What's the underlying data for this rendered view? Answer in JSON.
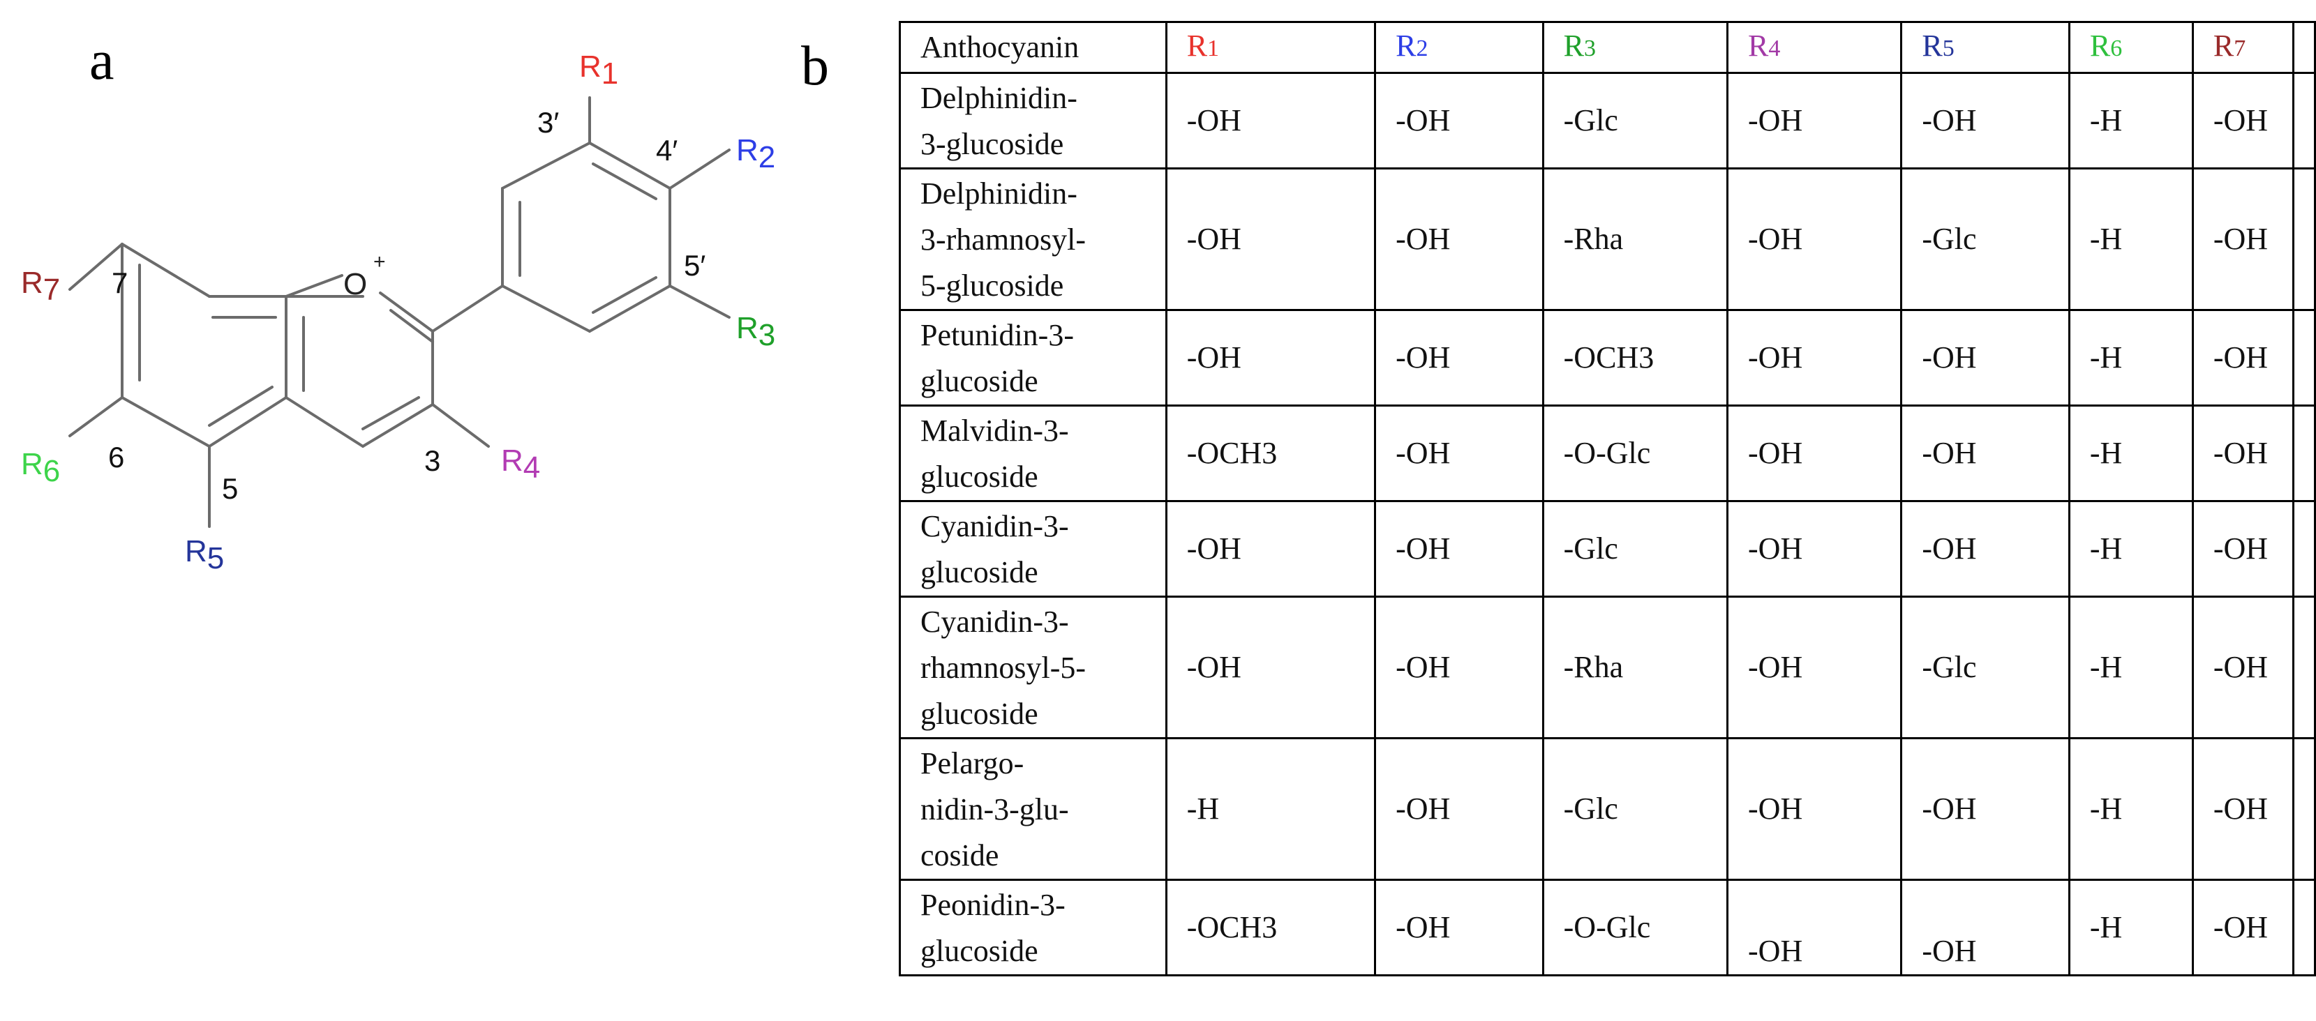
{
  "panels": {
    "a": "a",
    "b": "b"
  },
  "structure": {
    "cation_atom": "O",
    "cation_charge": "+",
    "positions": {
      "p3prime": "3′",
      "p4prime": "4′",
      "p5prime": "5′",
      "p7": "7",
      "p6": "6",
      "p5": "5",
      "p3": "3"
    },
    "substituents": {
      "R1": {
        "base": "R",
        "sub": "1",
        "color": "#e8322c"
      },
      "R2": {
        "base": "R",
        "sub": "2",
        "color": "#2d3ee6"
      },
      "R3": {
        "base": "R",
        "sub": "3",
        "color": "#1fa02a"
      },
      "R4": {
        "base": "R",
        "sub": "4",
        "color": "#b23bb3"
      },
      "R5": {
        "base": "R",
        "sub": "5",
        "color": "#24359a"
      },
      "R6": {
        "base": "R",
        "sub": "6",
        "color": "#3dd44a"
      },
      "R7": {
        "base": "R",
        "sub": "7",
        "color": "#9a2a2a"
      }
    }
  },
  "table": {
    "header": {
      "first": "Anthocyanin",
      "columns": [
        {
          "base": "R",
          "sub": "1",
          "color": "#e8322c"
        },
        {
          "base": "R",
          "sub": "2",
          "color": "#2d3ee6"
        },
        {
          "base": "R",
          "sub": "3",
          "color": "#1fa02a"
        },
        {
          "base": "R",
          "sub": "4",
          "color": "#a23aa6"
        },
        {
          "base": "R",
          "sub": "5",
          "color": "#24359a"
        },
        {
          "base": "R",
          "sub": "6",
          "color": "#2fc03e"
        },
        {
          "base": "R",
          "sub": "7",
          "color": "#9a2a2a"
        }
      ]
    },
    "rows": [
      {
        "name_lines": [
          "Delphinidin-",
          "3-glucoside"
        ],
        "values": [
          "-OH",
          "-OH",
          "-Glc",
          "-OH",
          "-OH",
          "-H",
          "-OH"
        ]
      },
      {
        "name_lines": [
          "Delphinidin-",
          "3-rhamnosyl-",
          "5-glucoside"
        ],
        "values": [
          "-OH",
          "-OH",
          "-Rha",
          "-OH",
          "-Glc",
          "-H",
          "-OH"
        ]
      },
      {
        "name_lines": [
          "Petunidin-3-",
          "glucoside"
        ],
        "values": [
          "-OH",
          "-OH",
          "-OCH3",
          "-OH",
          "-OH",
          "-H",
          "-OH"
        ]
      },
      {
        "name_lines": [
          "Malvidin-3-",
          "glucoside"
        ],
        "values": [
          "-OCH3",
          "-OH",
          "-O-Glc",
          "-OH",
          "-OH",
          "-H",
          "-OH"
        ]
      },
      {
        "name_lines": [
          "Cyanidin-3-",
          "glucoside"
        ],
        "values": [
          "-OH",
          "-OH",
          "-Glc",
          "-OH",
          "-OH",
          "-H",
          "-OH"
        ]
      },
      {
        "name_lines": [
          "Cyanidin-3-",
          "rhamnosyl-5-",
          "glucoside"
        ],
        "values": [
          "-OH",
          "-OH",
          "-Rha",
          "-OH",
          "-Glc",
          "-H",
          "-OH"
        ]
      },
      {
        "name_lines": [
          "Pelargo-",
          "nidin-3-glu-",
          "coside"
        ],
        "values": [
          "-H",
          "-OH",
          "-Glc",
          "-OH",
          "-OH",
          "-H",
          "-OH"
        ]
      },
      {
        "name_lines": [
          "Peonidin-3-",
          "glucoside"
        ],
        "values": [
          "-OCH3",
          "-OH",
          "-O-Glc",
          "-OH",
          "-OH",
          "-H",
          "-OH"
        ]
      }
    ]
  }
}
